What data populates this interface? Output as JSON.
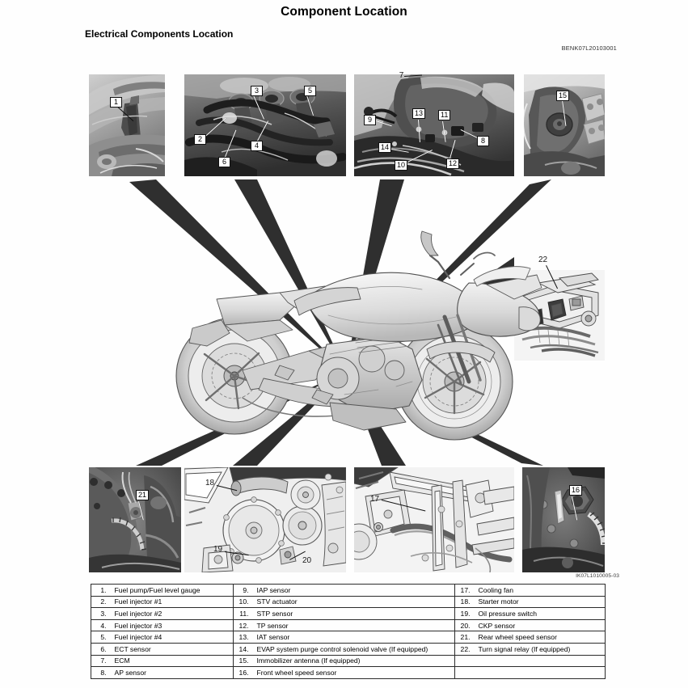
{
  "header": {
    "title": "Component Location",
    "section_title": "Electrical Components Location",
    "doc_code": "BENK07L20103001",
    "figure_code": "IK07L1010005-03"
  },
  "callouts": [
    {
      "number": "1",
      "panel": "panel-fuel-pump"
    },
    {
      "number": "2",
      "panel": "panel-injectors"
    },
    {
      "number": "3",
      "panel": "panel-injectors"
    },
    {
      "number": "4",
      "panel": "panel-injectors"
    },
    {
      "number": "5",
      "panel": "panel-injectors"
    },
    {
      "number": "6",
      "panel": "panel-injectors"
    },
    {
      "number": "7",
      "panel": "panel-ecm"
    },
    {
      "number": "8",
      "panel": "panel-ecm"
    },
    {
      "number": "9",
      "panel": "panel-ecm"
    },
    {
      "number": "10",
      "panel": "panel-ecm"
    },
    {
      "number": "11",
      "panel": "panel-ecm"
    },
    {
      "number": "12",
      "panel": "panel-ecm"
    },
    {
      "number": "13",
      "panel": "panel-ecm"
    },
    {
      "number": "14",
      "panel": "panel-ecm"
    },
    {
      "number": "15",
      "panel": "panel-immobilizer"
    },
    {
      "number": "16",
      "panel": "panel-front-wheel-speed"
    },
    {
      "number": "17",
      "panel": "panel-cooling-fan"
    },
    {
      "number": "18",
      "panel": "panel-engine"
    },
    {
      "number": "19",
      "panel": "panel-engine"
    },
    {
      "number": "20",
      "panel": "panel-engine"
    },
    {
      "number": "21",
      "panel": "panel-rear-wheel-speed"
    },
    {
      "number": "22",
      "panel": "panel-turn-signal-relay"
    }
  ],
  "legend": {
    "column1": [
      {
        "num": "1.",
        "label": "Fuel pump/Fuel level gauge"
      },
      {
        "num": "2.",
        "label": "Fuel injector #1"
      },
      {
        "num": "3.",
        "label": "Fuel injector #2"
      },
      {
        "num": "4.",
        "label": "Fuel injector #3"
      },
      {
        "num": "5.",
        "label": "Fuel injector #4"
      },
      {
        "num": "6.",
        "label": "ECT sensor"
      },
      {
        "num": "7.",
        "label": "ECM"
      },
      {
        "num": "8.",
        "label": "AP sensor"
      }
    ],
    "column2": [
      {
        "num": "9.",
        "label": "IAP sensor"
      },
      {
        "num": "10.",
        "label": "STV actuator"
      },
      {
        "num": "11.",
        "label": "STP sensor"
      },
      {
        "num": "12.",
        "label": "TP sensor"
      },
      {
        "num": "13.",
        "label": "IAT sensor"
      },
      {
        "num": "14.",
        "label": "EVAP system purge control solenoid valve (If equipped)"
      },
      {
        "num": "15.",
        "label": "Immobilizer antenna (If equipped)"
      },
      {
        "num": "16.",
        "label": "Front wheel speed sensor"
      }
    ],
    "column3": [
      {
        "num": "17.",
        "label": "Cooling fan"
      },
      {
        "num": "18.",
        "label": "Starter motor"
      },
      {
        "num": "19.",
        "label": "Oil pressure switch"
      },
      {
        "num": "20.",
        "label": "CKP sensor"
      },
      {
        "num": "21.",
        "label": "Rear wheel speed sensor"
      },
      {
        "num": "22.",
        "label": "Turn signal relay (If equipped)"
      },
      {
        "num": "",
        "label": ""
      },
      {
        "num": "",
        "label": ""
      }
    ]
  },
  "colors": {
    "wedge": "#2f2f2f",
    "table_border": "#2b2b2b",
    "text": "#000000"
  }
}
